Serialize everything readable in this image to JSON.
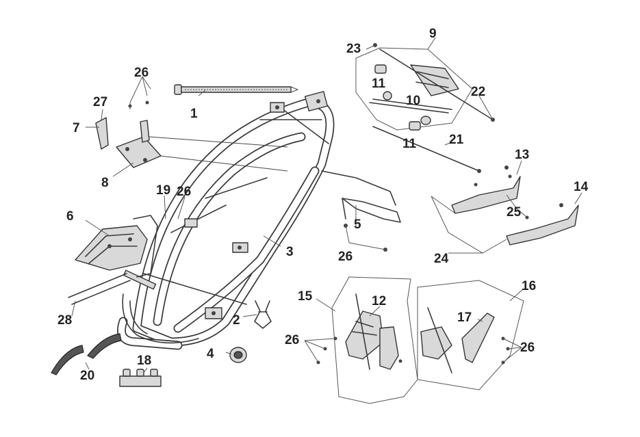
{
  "diagram": {
    "callouts": [
      "1",
      "2",
      "3",
      "4",
      "5",
      "6",
      "7",
      "8",
      "9",
      "10",
      "11",
      "11",
      "12",
      "13",
      "14",
      "15",
      "16",
      "17",
      "18",
      "19",
      "20",
      "21",
      "22",
      "23",
      "24",
      "25",
      "26",
      "26",
      "26",
      "26",
      "26",
      "27",
      "28"
    ]
  },
  "colors": {
    "line": "#3a3a3a",
    "fill": "#d9d9d9",
    "text": "#222222",
    "background": "#ffffff"
  }
}
